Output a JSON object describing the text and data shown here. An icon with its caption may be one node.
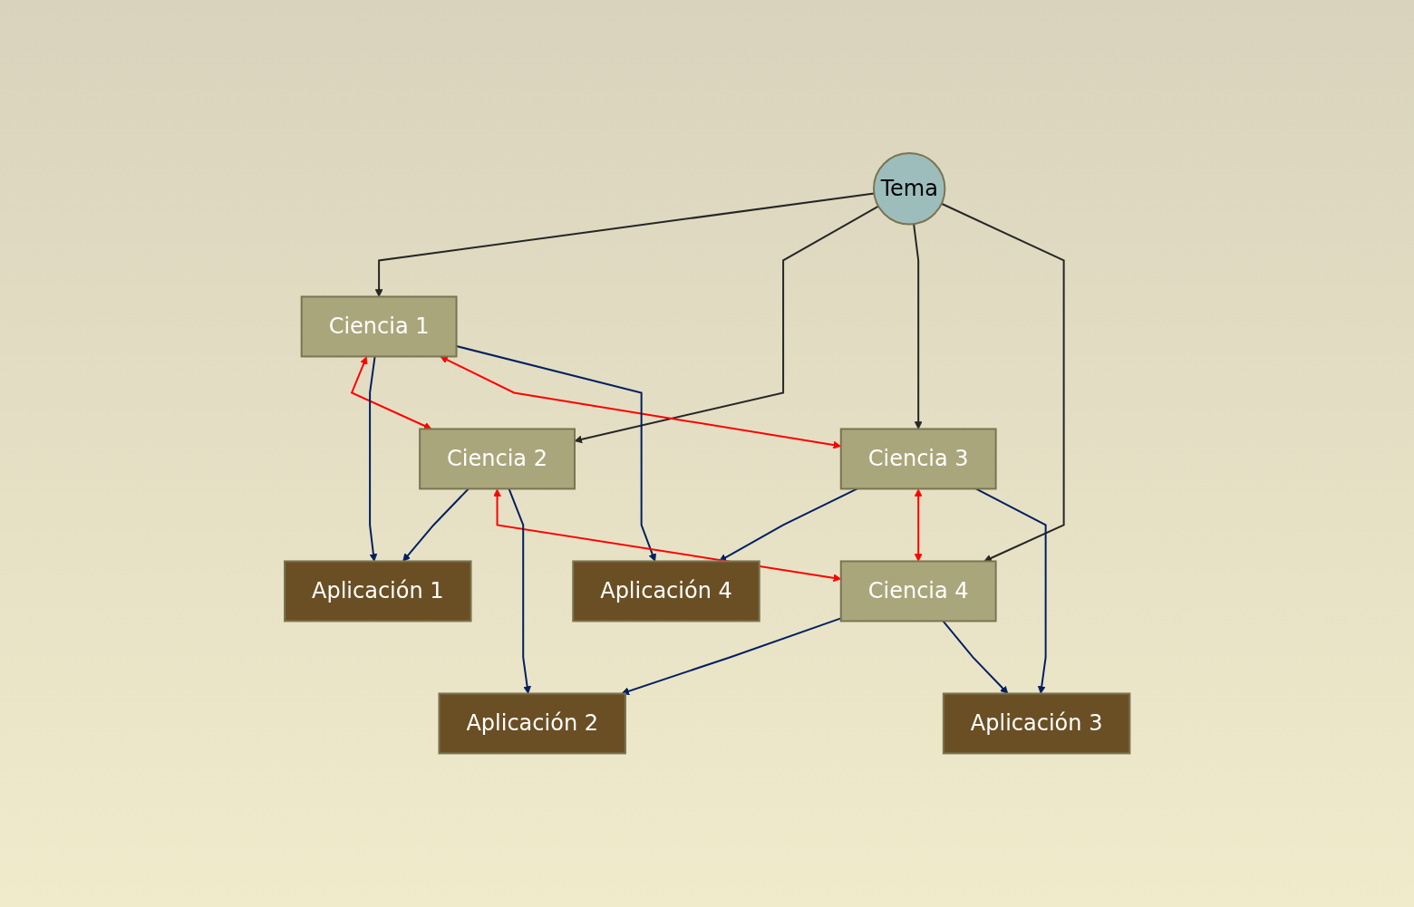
{
  "diagram": {
    "nodes": [
      {
        "text": [
          "Aplicación 1"
        ]
      },
      {
        "text": [
          "Ciencia 1"
        ]
      },
      {
        "text": [
          "Ciencia 2"
        ]
      },
      {
        "text": [
          "Aplicación 4"
        ]
      },
      {
        "text": [
          "Tema"
        ]
      },
      {
        "text": [
          "Aplicación 2"
        ]
      },
      {
        "text": [
          "Ciencia 3"
        ]
      },
      {
        "text": [
          "Ciencia 4"
        ]
      },
      {
        "text": [
          "Aplicación 3"
        ]
      }
    ],
    "edges": [
      {
        "from": 4,
        "to": 1,
        "arrow": "to",
        "color": "#262626"
      },
      {
        "from": 4,
        "to": 2,
        "arrow": "to",
        "color": "#262626"
      },
      {
        "from": 4,
        "to": 6,
        "arrow": "to",
        "color": "#262626"
      },
      {
        "from": 4,
        "to": 7,
        "arrow": "to",
        "color": "#262626"
      },
      {
        "from": 1,
        "to": 2,
        "arrow": "both",
        "color": "#ff0000"
      },
      {
        "from": 1,
        "to": 0,
        "arrow": "to"
      },
      {
        "from": 2,
        "to": 0,
        "arrow": "to"
      },
      {
        "from": 1,
        "to": 6,
        "arrow": "both",
        "color": "#ff0000"
      },
      {
        "from": 1,
        "to": 3,
        "arrow": "to"
      },
      {
        "from": 6,
        "to": 3,
        "arrow": "to"
      },
      {
        "from": 2,
        "to": 7,
        "arrow": "both",
        "color": "#ff0000"
      },
      {
        "from": 2,
        "to": 5,
        "arrow": "to"
      },
      {
        "from": 7,
        "to": 5,
        "arrow": "to"
      },
      {
        "from": 6,
        "to": 7,
        "arrow": "both",
        "color": "#ff0000"
      },
      {
        "from": 6,
        "to": 8,
        "arrow": "to"
      },
      {
        "from": 7,
        "to": 8,
        "arrow": "to"
      }
    ]
  }
}
